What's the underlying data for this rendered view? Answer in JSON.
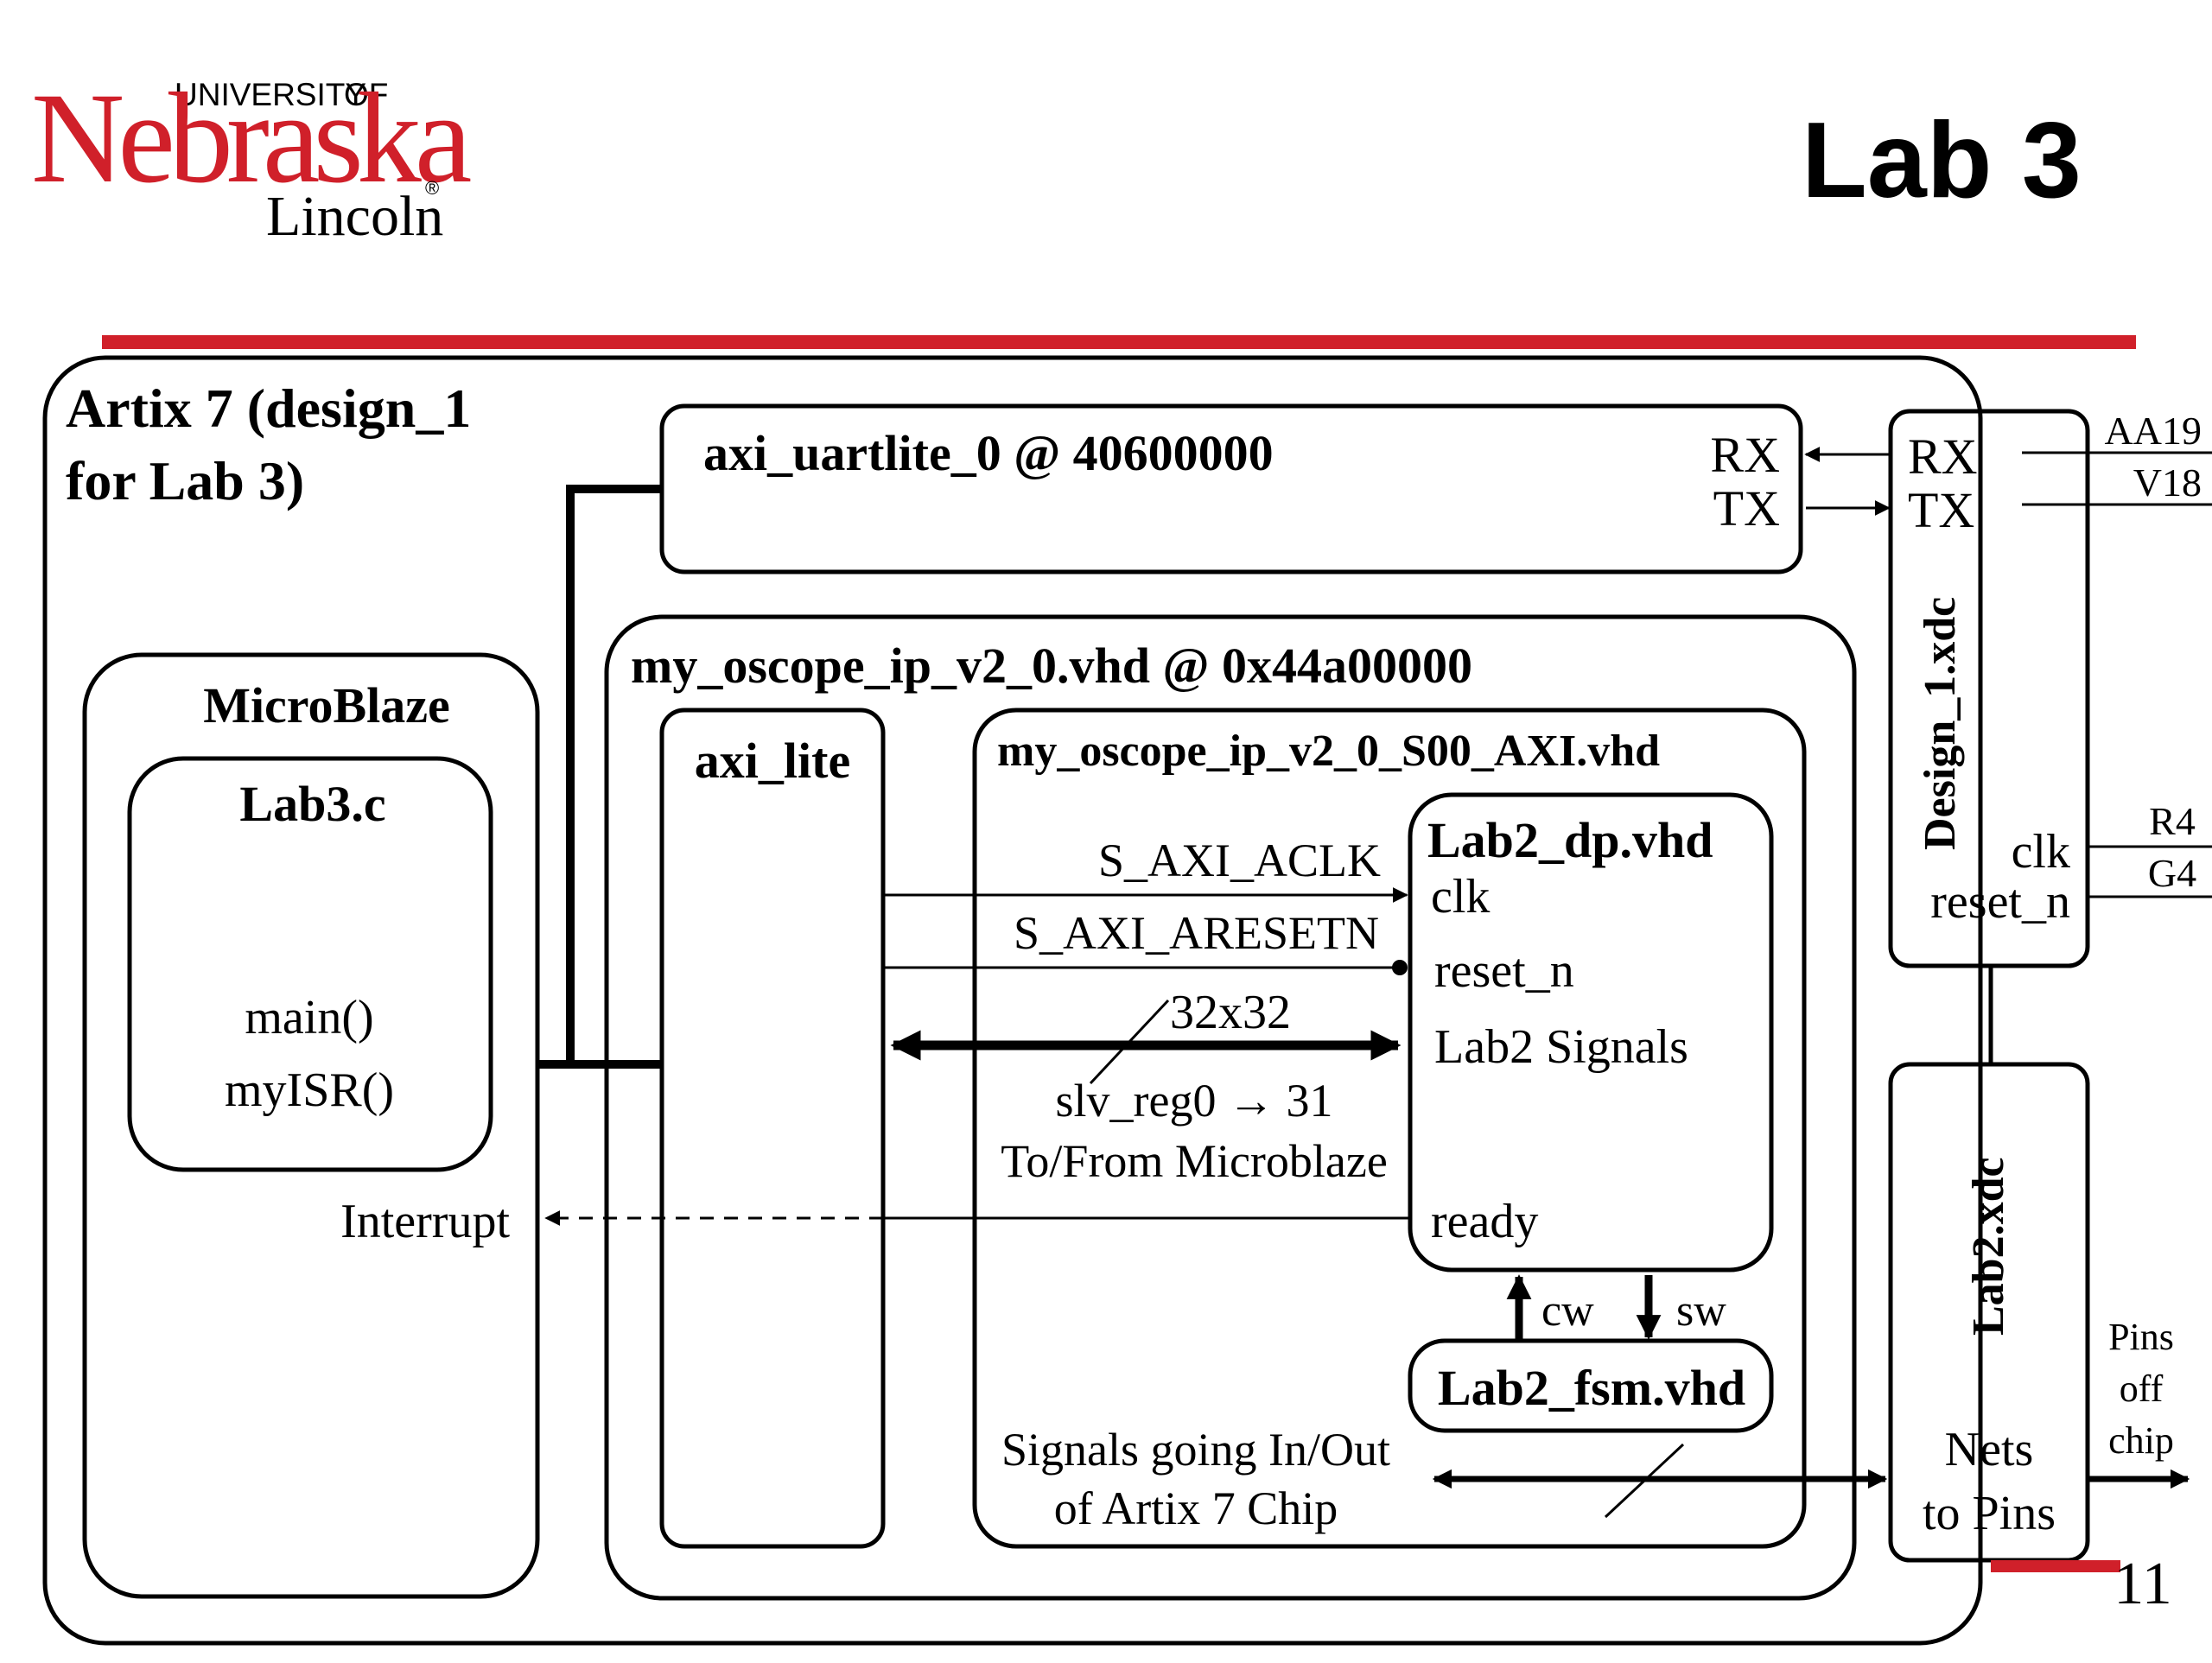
{
  "slide": {
    "title": "Lab 3",
    "page_number": "11",
    "accent_color": "#d0202a"
  },
  "logo": {
    "university": "UNIVERSITY",
    "of": "OF",
    "name": "Nebraska",
    "campus": "Lincoln",
    "registered": "®",
    "color": "#d0202a"
  },
  "diagram": {
    "fpga_title_line1": "Artix 7 (design_1",
    "fpga_title_line2": "for Lab 3)",
    "microblaze": {
      "title": "MicroBlaze",
      "program": "Lab3.c",
      "func1": "main()",
      "func2": "myISR()",
      "interrupt": "Interrupt"
    },
    "uart": {
      "title": "axi_uartlite_0 @ 40600000",
      "rx": "RX",
      "tx": "TX"
    },
    "oscope": {
      "title": "my_oscope_ip_v2_0.vhd @ 0x44a00000",
      "axi_lite": "axi_lite",
      "s00_title": "my_oscope_ip_v2_0_S00_AXI.vhd",
      "aclk": "S_AXI_ACLK",
      "aresetn": "S_AXI_ARESETN",
      "bus_width": "32x32",
      "slv_reg": "slv_reg0 → 31",
      "to_from": "To/From Microblaze",
      "signals_io_1": "Signals going In/Out",
      "signals_io_2": "of Artix 7 Chip"
    },
    "datapath": {
      "title": "Lab2_dp.vhd",
      "clk": "clk",
      "reset_n": "reset_n",
      "signals": "Lab2 Signals",
      "ready": "ready",
      "cw": "cw",
      "sw": "sw"
    },
    "fsm": {
      "title": "Lab2_fsm.vhd"
    },
    "design_xdc": {
      "title": "Design_1.xdc",
      "rx": "RX",
      "tx": "TX",
      "clk": "clk",
      "reset_n": "reset_n",
      "pin_rx": "AA19",
      "pin_tx": "V18",
      "pin_clk": "R4",
      "pin_reset": "G4"
    },
    "lab2_xdc": {
      "title": "Lab2.xdc",
      "nets1": "Nets",
      "nets2": "to Pins",
      "pins_off_1": "Pins",
      "pins_off_2": "off",
      "pins_off_3": "chip"
    }
  }
}
